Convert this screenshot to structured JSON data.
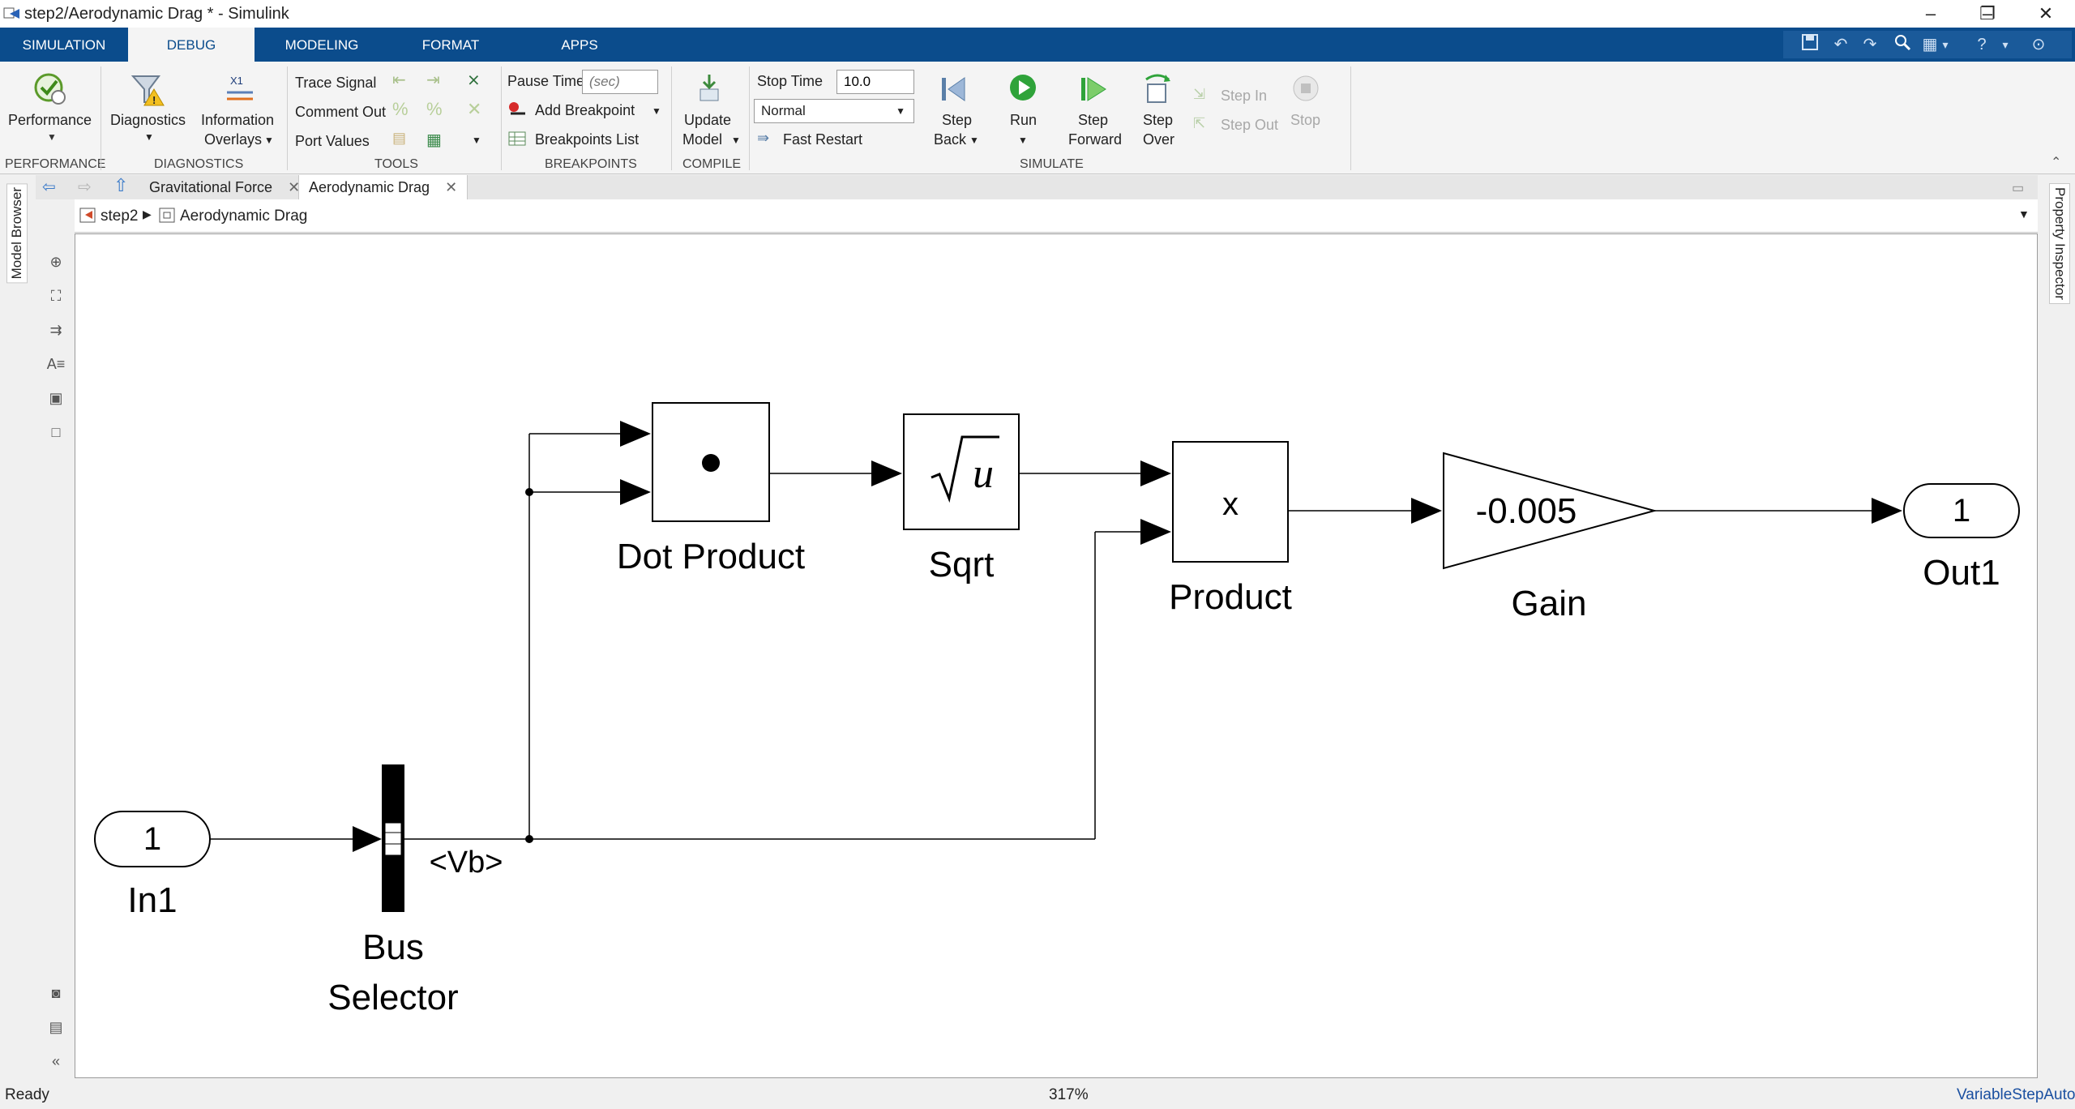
{
  "window": {
    "title": "step2/Aerodynamic Drag * - Simulink",
    "minimize_glyph": "–",
    "restore_glyph": "❐",
    "close_glyph": "✕"
  },
  "ribbon_tabs": [
    "SIMULATION",
    "DEBUG",
    "MODELING",
    "FORMAT",
    "APPS"
  ],
  "ribbon": {
    "performance": {
      "label": "Performance",
      "group": "PERFORMANCE"
    },
    "diagnostics": {
      "diagnostics_label": "Diagnostics",
      "info_label_1": "Information",
      "info_label_2": "Overlays",
      "info_icon_text": "X1",
      "group": "DIAGNOSTICS"
    },
    "tools": {
      "trace_signal": "Trace Signal",
      "comment_out": "Comment Out",
      "port_values": "Port Values",
      "group": "TOOLS"
    },
    "breakpoints": {
      "pause_time_label": "Pause Time",
      "pause_time_placeholder": "(sec)",
      "add_breakpoint": "Add Breakpoint",
      "breakpoints_list": "Breakpoints List",
      "group": "BREAKPOINTS"
    },
    "compile": {
      "update_1": "Update",
      "update_2": "Model",
      "group": "COMPILE"
    },
    "simulate": {
      "stop_time_label": "Stop Time",
      "stop_time_value": "10.0",
      "mode_value": "Normal",
      "fast_restart": "Fast Restart",
      "step_back_1": "Step",
      "step_back_2": "Back",
      "run": "Run",
      "step_forward_1": "Step",
      "step_forward_2": "Forward",
      "step_over_1": "Step",
      "step_over_2": "Over",
      "step_in": "Step In",
      "step_out": "Step Out",
      "stop": "Stop",
      "group": "SIMULATE"
    }
  },
  "doc_tabs": [
    "Gravitational Force",
    "Aerodynamic Drag"
  ],
  "breadcrumb": [
    "step2",
    "Aerodynamic Drag"
  ],
  "side_tabs": {
    "left": "Model Browser",
    "right": "Property Inspector"
  },
  "diagram": {
    "blocks": {
      "in1": {
        "port": "1",
        "name": "In1"
      },
      "bus_selector": {
        "name_1": "Bus",
        "name_2": "Selector",
        "signal": "<Vb>"
      },
      "dot_product": {
        "symbol": "•",
        "name": "Dot Product"
      },
      "sqrt": {
        "symbol": "u",
        "name": "Sqrt"
      },
      "product": {
        "symbol": "x",
        "name": "Product"
      },
      "gain": {
        "value": "-0.005",
        "name": "Gain"
      },
      "out1": {
        "port": "1",
        "name": "Out1"
      }
    }
  },
  "status": {
    "left": "Ready",
    "zoom": "317%",
    "solver": "VariableStepAuto"
  }
}
